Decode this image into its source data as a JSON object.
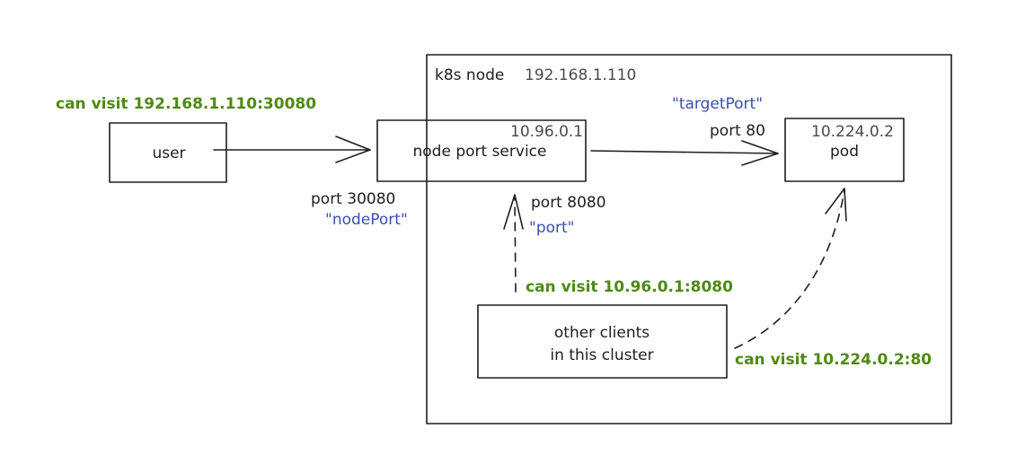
{
  "diagram": {
    "nodes": {
      "k8s_node": {
        "label": "k8s node",
        "ip": "192.168.1.110"
      },
      "user": {
        "label": "user"
      },
      "service": {
        "label": "node port service",
        "ip": "10.96.0.1"
      },
      "pod": {
        "label": "pod",
        "ip": "10.224.0.2"
      },
      "clients": {
        "label_line1": "other clients",
        "label_line2": "in this cluster"
      }
    },
    "labels": {
      "user_visit": "can visit 192.168.1.110:30080",
      "node_port": "port 30080",
      "node_port_key": "\"nodePort\"",
      "service_port": "port 8080",
      "service_port_key": "\"port\"",
      "target_port_key": "\"targetPort\"",
      "target_port": "port 80",
      "clients_visit_service": "can visit 10.96.0.1:8080",
      "clients_visit_pod": "can visit 10.224.0.2:80"
    },
    "edges": [
      {
        "from": "user",
        "to": "service",
        "style": "solid"
      },
      {
        "from": "service",
        "to": "pod",
        "style": "solid"
      },
      {
        "from": "clients",
        "to": "service",
        "style": "dashed"
      },
      {
        "from": "clients",
        "to": "pod",
        "style": "dashed"
      }
    ],
    "colors": {
      "stroke": "#1e1e1e",
      "access_label": "#4e8a12",
      "field_name": "#3a4fb0",
      "ip_label": "#4a4a4a"
    }
  }
}
